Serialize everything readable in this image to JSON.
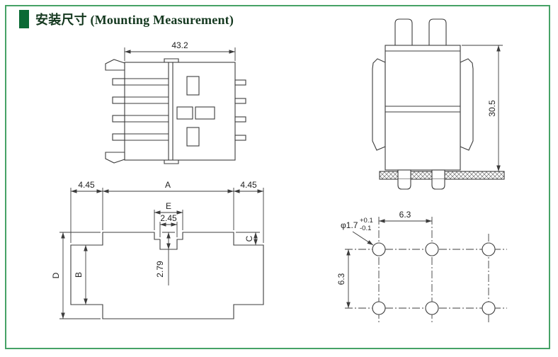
{
  "header": {
    "title": "安装尺寸 (Mounting Measurement)"
  },
  "dims": {
    "side_width": "43.2",
    "front_height": "30.5",
    "cutout_left": "4.45",
    "cutout_width": "A",
    "cutout_right": "4.45",
    "notch_outer": "E",
    "notch_inner": "2.45",
    "notch_depth": "2.79",
    "step": "C",
    "outer_height": "D",
    "inner_height": "B",
    "hole_dia": "φ1.7",
    "hole_tol_up": "+0.1",
    "hole_tol_dn": "-0.1",
    "pitch_x": "6.3",
    "pitch_y": "6.3"
  },
  "colors": {
    "frame_green": "#46a266",
    "title_square_green": "#0b6a35",
    "line_color": "#3c3c3c"
  }
}
